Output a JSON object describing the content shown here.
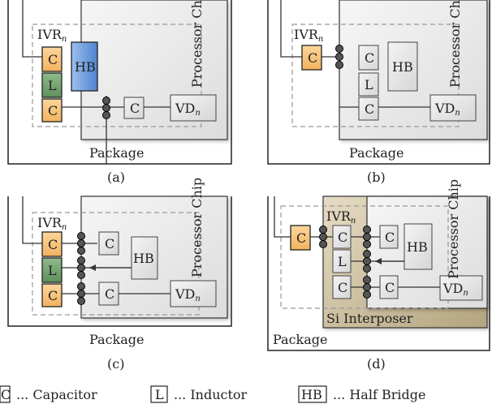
{
  "panels": {
    "a": {
      "caption": "(a)",
      "package": "Package",
      "chip": "Processor Chip",
      "ivr": "IVR",
      "ivr_sub": "n",
      "hb": "HB",
      "vd": "VD",
      "vd_sub": "n",
      "cap": "C",
      "ind": "L"
    },
    "b": {
      "caption": "(b)",
      "package": "Package",
      "chip": "Processor Chip",
      "ivr": "IVR",
      "ivr_sub": "n",
      "hb": "HB",
      "vd": "VD",
      "vd_sub": "n",
      "cap": "C",
      "ind": "L"
    },
    "c": {
      "caption": "(c)",
      "package": "Package",
      "chip": "Processor Chip",
      "ivr": "IVR",
      "ivr_sub": "n",
      "hb": "HB",
      "vd": "VD",
      "vd_sub": "n",
      "cap": "C",
      "ind": "L"
    },
    "d": {
      "caption": "(d)",
      "package": "Package",
      "chip": "Processor Chip",
      "interposer": "Si Interposer",
      "ivr": "IVR",
      "ivr_sub": "n",
      "hb": "HB",
      "vd": "VD",
      "vd_sub": "n",
      "cap": "C",
      "ind": "L"
    }
  },
  "legend": {
    "cap_symbol": "C",
    "cap_text": "... Capacitor",
    "ind_symbol": "L",
    "ind_text": "... Inductor",
    "hb_symbol": "HB",
    "hb_text": "... Half Bridge"
  },
  "colors": {
    "capacitor_orange": "#f7c27a",
    "inductor_green": "#6a9a66",
    "half_bridge_blue": "#5b8fd6",
    "interposer_tan": "#c9bca0"
  }
}
